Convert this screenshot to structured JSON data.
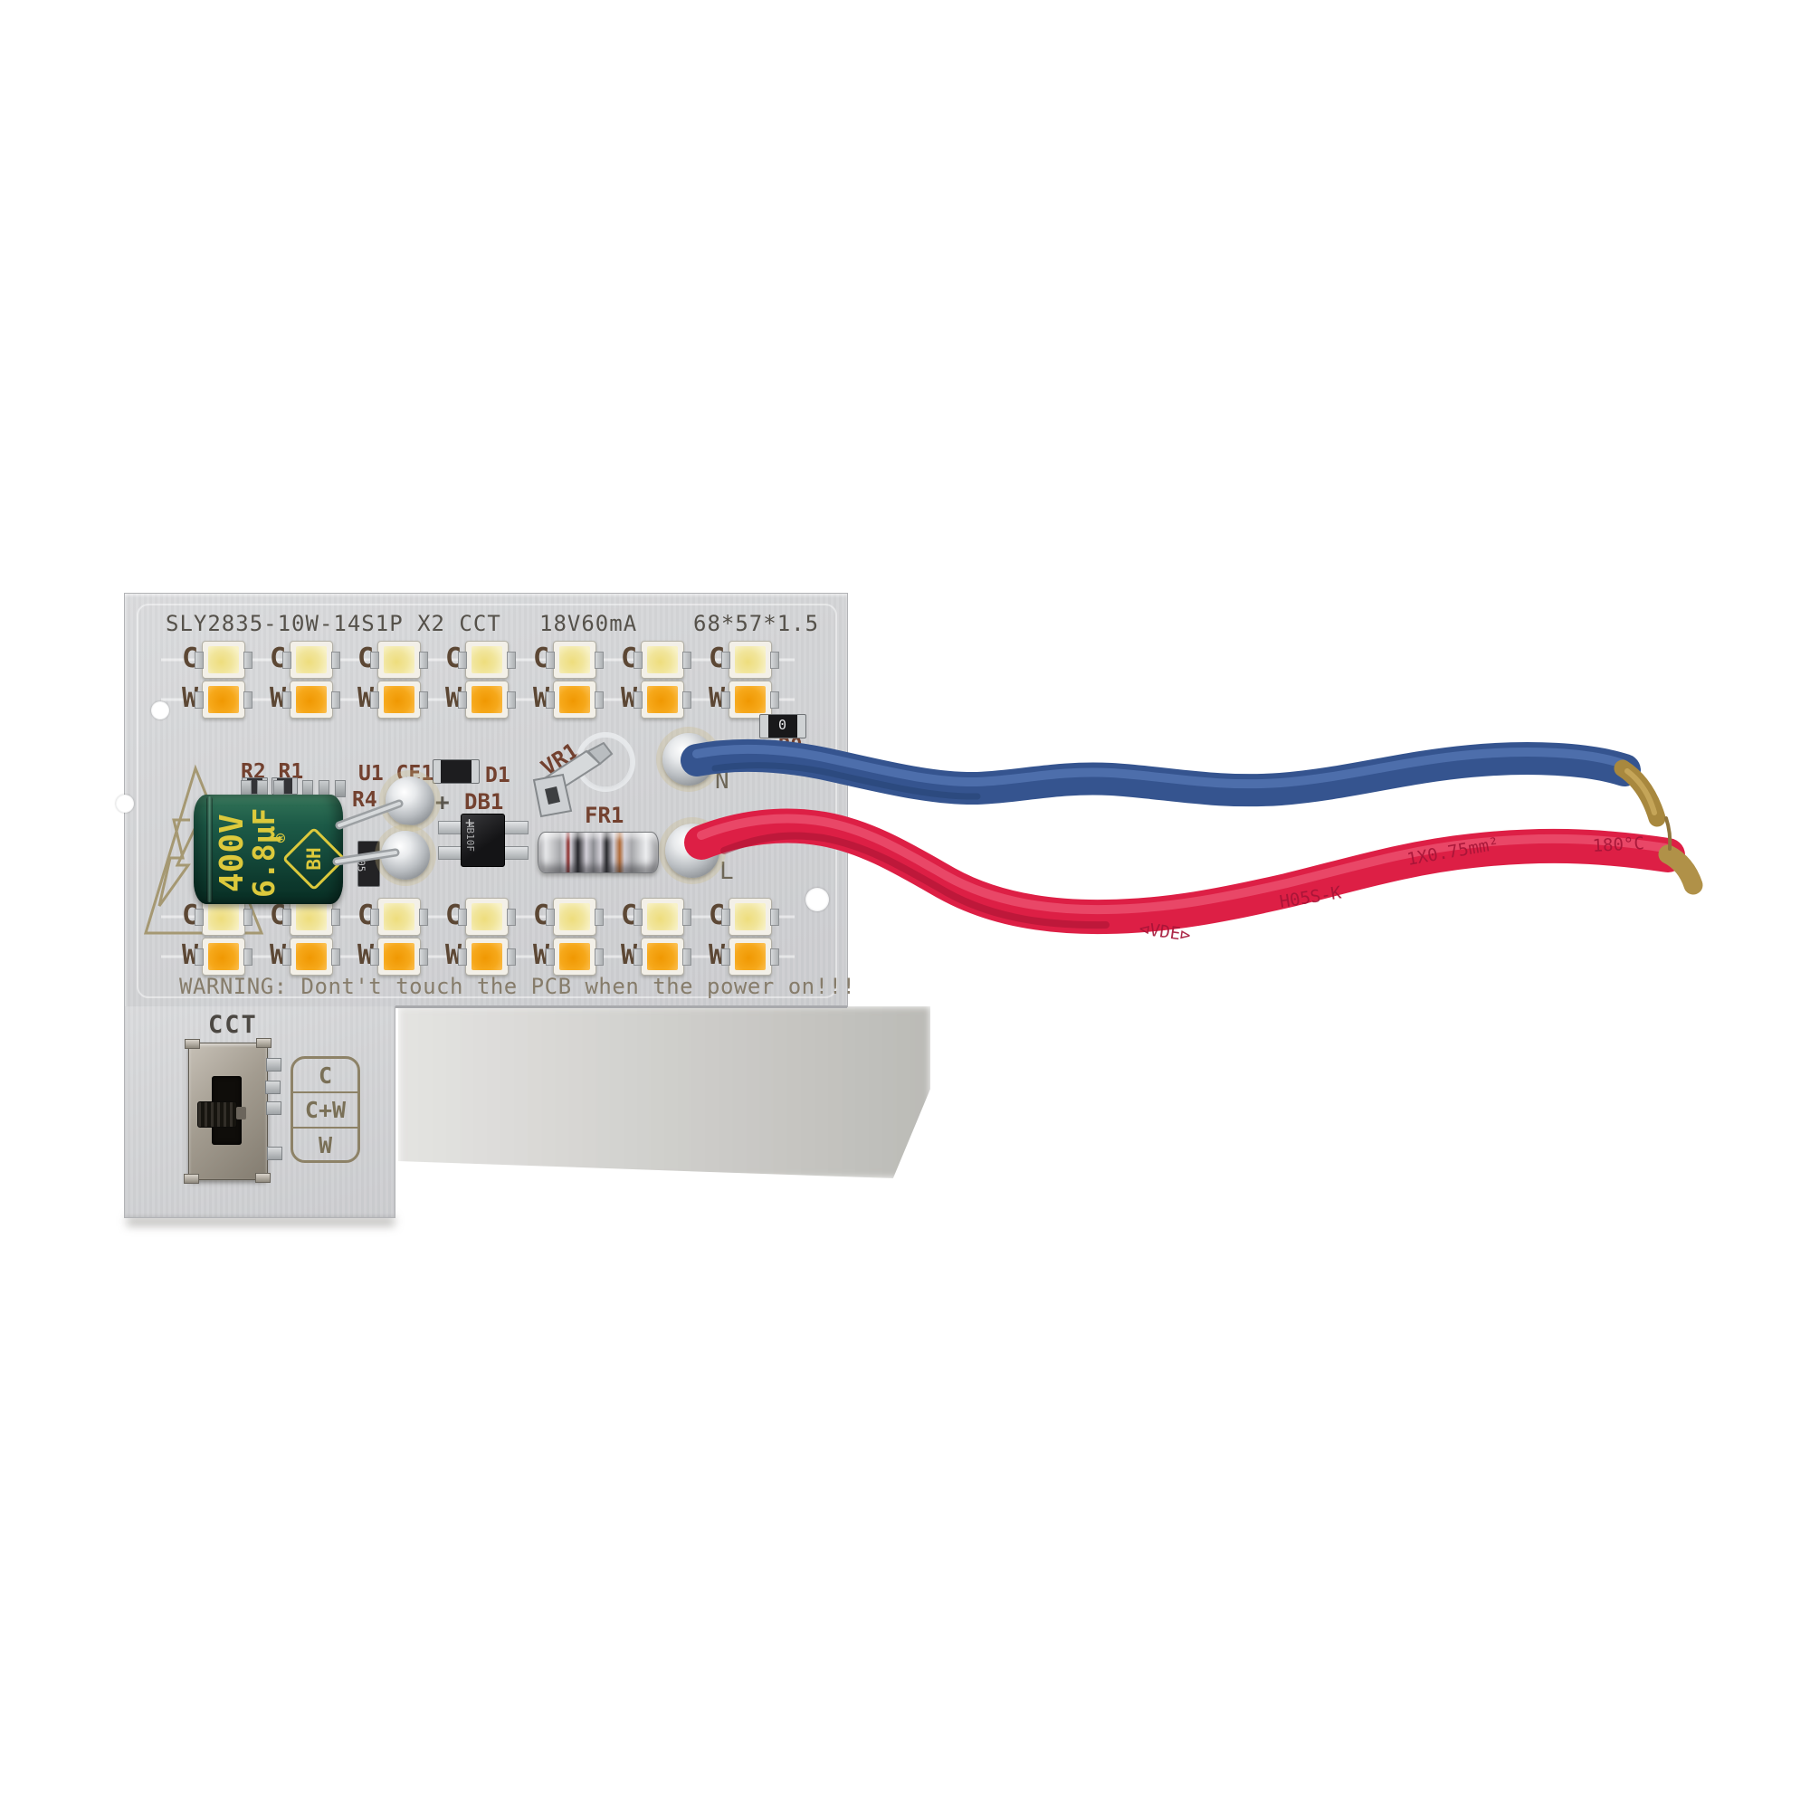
{
  "board": {
    "title_model": "SLY2835-10W-14S1P X2 CCT",
    "title_rating": "18V60mA",
    "title_dimensions": "68*57*1.5",
    "warning": "WARNING: Dont't touch the PCB when the power on!!!"
  },
  "leds": {
    "columns_per_row": 7,
    "rows": [
      {
        "label": "C"
      },
      {
        "label": "W"
      },
      {
        "label": "C"
      },
      {
        "label": "W"
      }
    ]
  },
  "components": {
    "r2r1": "R2 R1",
    "u1ce1": "U1 CE1",
    "r4": "R4",
    "d1": "D1",
    "db1": "DB1",
    "db1_marking": "MB10F",
    "db1_plus": "+",
    "ce1_plus": "+",
    "chip105": "105",
    "vr1": "VR1",
    "fr1": "FR1",
    "r0": "R0",
    "r0_marking": "0",
    "n": "N",
    "l": "L"
  },
  "capacitor": {
    "voltage": "400V",
    "capacitance": "6.8µF",
    "brand": "BH",
    "reg_mark": "®"
  },
  "cct": {
    "label": "CCT",
    "options": [
      {
        "label": "C"
      },
      {
        "label": "C+W"
      },
      {
        "label": "W"
      }
    ]
  },
  "wire_markings": {
    "vde": "⊲VDE⊳",
    "type": "H05S-K",
    "gauge": "1X0.75mm²",
    "temp": "180°C"
  },
  "colors": {
    "board": "#d3d4d6",
    "led_cool": "#f1e59b",
    "led_warm": "#f6a81a",
    "wire_blue": "#3a5a9e",
    "wire_red": "#e02048",
    "cap_body": "#154a3b",
    "cap_text": "#dcc93c",
    "silkscreen": "#73412f"
  }
}
